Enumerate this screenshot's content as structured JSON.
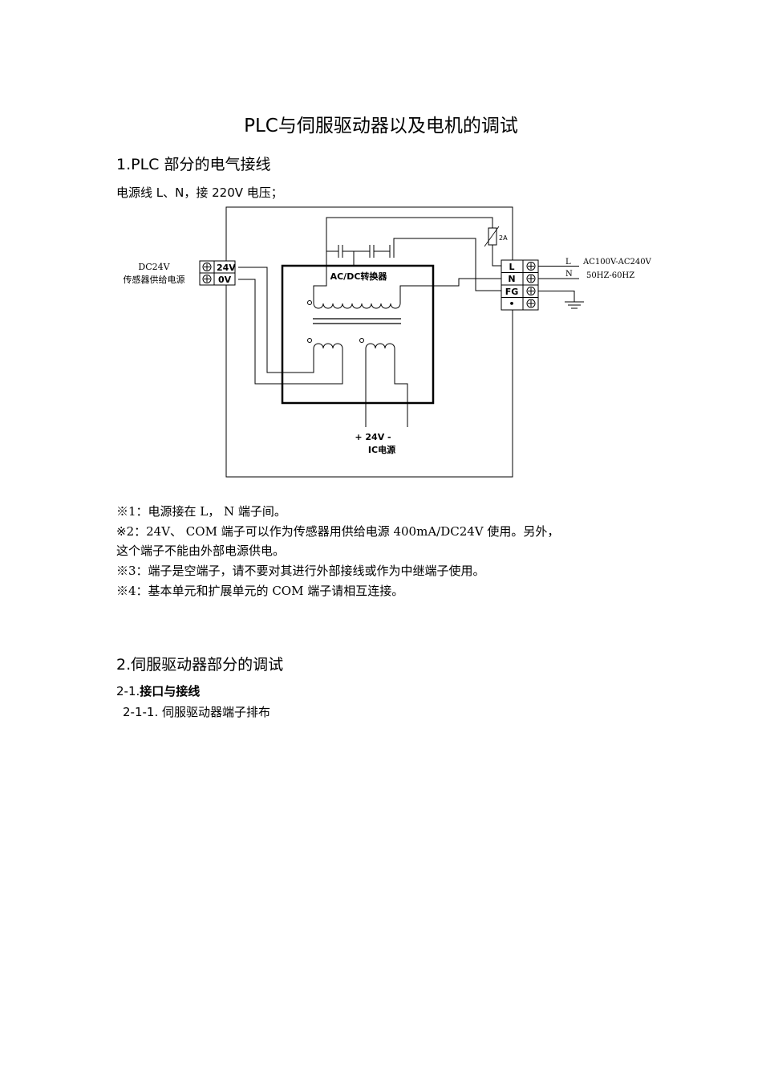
{
  "title": "PLC与伺服驱动器以及电机的调试",
  "section1": {
    "heading": "1.PLC 部分的电气接线",
    "intro": "电源线 L、N，接 220V 电压；"
  },
  "diagram": {
    "converter_label": "AC/DC转换器",
    "sensor_line1": "DC24V",
    "sensor_line2": "传感器供给电源",
    "terminal_24v": "24V",
    "terminal_0v": "0V",
    "terminal_L": "L",
    "terminal_N": "N",
    "terminal_FG": "FG",
    "terminal_dot": "•",
    "fuse": "2A",
    "ac_L": "L",
    "ac_N": "N",
    "ac_range": "AC100V-AC240V",
    "ac_freq": "50HZ-60HZ",
    "ic_voltage": "+ 24V -",
    "ic_label": "IC电源"
  },
  "notes": [
    "※1：电源接在 L， N 端子间。",
    "※2：24V、 COM 端子可以作为传感器用供给电源 400mA/DC24V 使用。另外，",
    "这个端子不能由外部电源供电。",
    "※3：端子是空端子，请不要对其进行外部接线或作为中继端子使用。",
    "※4：基本单元和扩展单元的 COM 端子请相互连接。"
  ],
  "section2": {
    "heading": "2.伺服驱动器部分的调试",
    "sub_prefix": "2-1.",
    "sub_bold": "接口与接线",
    "subsub": "2-1-1. 伺服驱动器端子排布"
  }
}
